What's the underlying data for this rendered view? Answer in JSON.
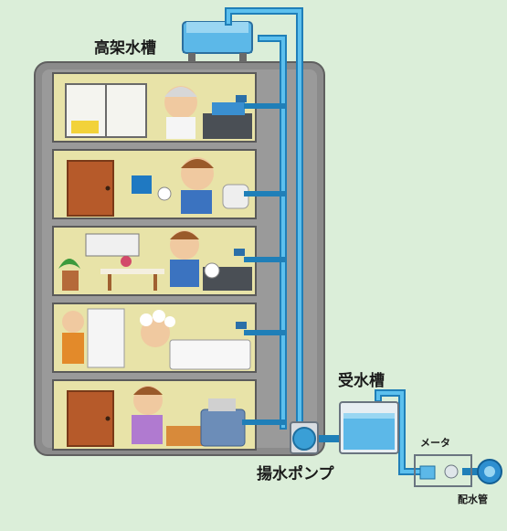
{
  "labels": {
    "elevated_tank": "高架水槽",
    "receiving_tank": "受水槽",
    "pump": "揚水ポンプ",
    "meter": "メータ",
    "main_pipe": "配水管"
  },
  "colors": {
    "background": "#dbeed9",
    "building": "#8c8c8c",
    "floor_interior": "#e8e3a8",
    "pipe": "#3a9fd6",
    "pipe_dark": "#1f7fb8",
    "tank_water": "#5cb8e8",
    "door": "#b65a2a"
  },
  "floors": [
    {
      "scene": "kitchen-grandma",
      "items": [
        "window",
        "shelf",
        "sink",
        "faucet"
      ]
    },
    {
      "scene": "toilet",
      "items": [
        "door",
        "towel",
        "toilet-paper",
        "toilet"
      ]
    },
    {
      "scene": "dining-sink",
      "items": [
        "plant",
        "cabinet",
        "table",
        "sink",
        "faucet"
      ]
    },
    {
      "scene": "bath",
      "items": [
        "door",
        "bathtub",
        "shower-tap"
      ]
    },
    {
      "scene": "laundry",
      "items": [
        "door",
        "basket",
        "washing-machine"
      ]
    }
  ]
}
